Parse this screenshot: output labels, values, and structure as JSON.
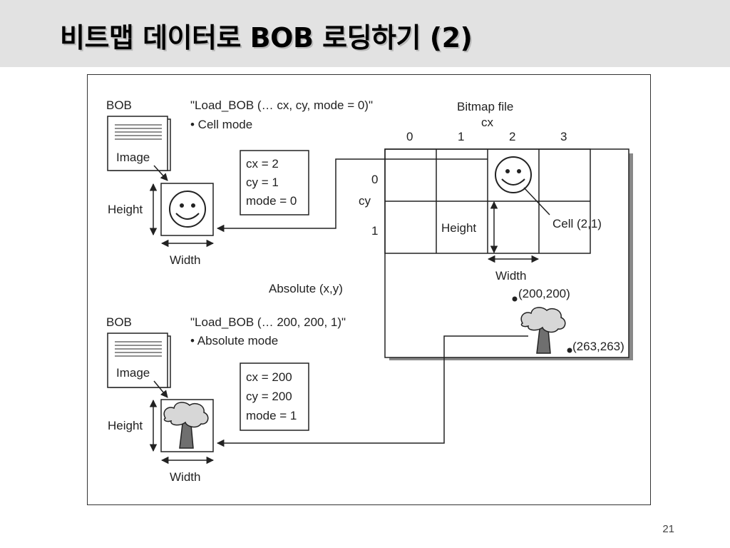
{
  "slide": {
    "title": "비트맵 데이터로 BOB 로딩하기 (2)",
    "page_number": "21"
  },
  "diagram": {
    "cell_example": {
      "bob_label": "BOB",
      "call_text": "\"Load_BOB (… cx, cy, mode = 0)\"",
      "mode_text": "• Cell mode",
      "image_label": "Image",
      "height_label": "Height",
      "width_label": "Width",
      "params": [
        "cx = 2",
        "cy = 1",
        "mode = 0"
      ]
    },
    "absolute_example": {
      "bob_label": "BOB",
      "call_text": "\"Load_BOB (… 200, 200, 1)\"",
      "mode_text": "• Absolute mode",
      "image_label": "Image",
      "height_label": "Height",
      "width_label": "Width",
      "params": [
        "cx = 200",
        "cy = 200",
        "mode = 1"
      ]
    },
    "bitmap": {
      "title": "Bitmap file",
      "cx_label": "cx",
      "cy_label": "cy",
      "col_labels": [
        "0",
        "1",
        "2",
        "3"
      ],
      "row_labels": [
        "0",
        "1"
      ],
      "cell_height_label": "Height",
      "cell_width_label": "Width",
      "cell_callout": "Cell (2,1)",
      "absolute_label": "Absolute (x,y)",
      "point_a": "(200,200)",
      "point_b": "(263,263)"
    }
  }
}
